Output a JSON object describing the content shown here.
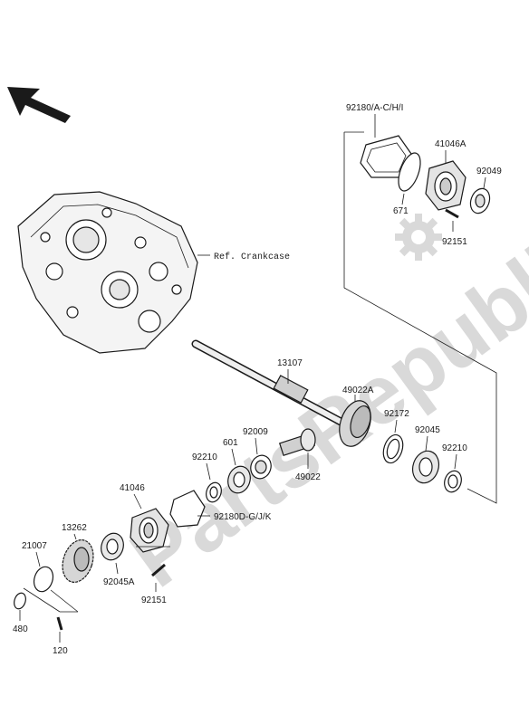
{
  "watermark": "PartsRepublik",
  "ref_label": "Ref. Crankcase",
  "part_labels": {
    "p92180_ach": "92180/A-C/H/I",
    "p41046a": "41046A",
    "p92049": "92049",
    "p671": "671",
    "p92151_top": "92151",
    "p13107": "13107",
    "p49022a": "49022A",
    "p92009": "92009",
    "p601": "601",
    "p92172": "92172",
    "p92045": "92045",
    "p92210_left": "92210",
    "p92210_right": "92210",
    "p49022": "49022",
    "p41046": "41046",
    "p92180d": "92180D-G/J/K",
    "p13262": "13262",
    "p21007": "21007",
    "p92045a": "92045A",
    "p92151_bottom": "92151",
    "p480": "480",
    "p120": "120"
  },
  "icons": {
    "direction": "front-arrow-icon",
    "watermark_gear": "gear-icon"
  }
}
